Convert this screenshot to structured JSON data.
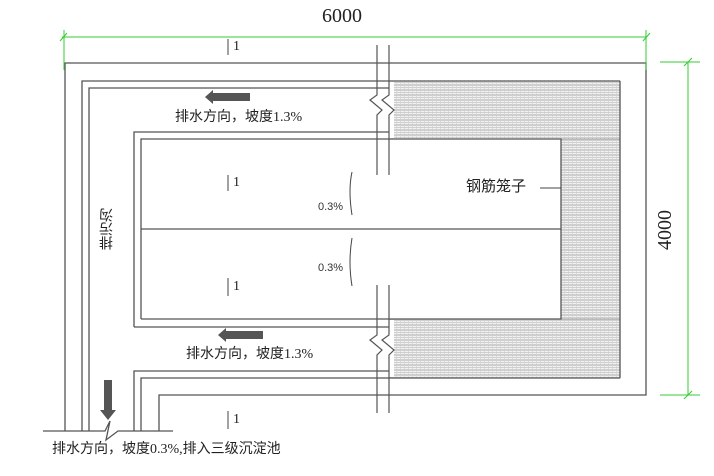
{
  "dimensions": {
    "width": "6000",
    "height": "4000"
  },
  "section_marks": [
    "1",
    "1",
    "1",
    "1"
  ],
  "labels": {
    "top_channel": "排水方向，坡度1.3%",
    "bottom_channel": "排水方向，坡度1.3%",
    "outlet": "排水方向，坡度0.3%,排入三级沉淀池",
    "gabion": "钢筋笼子",
    "sewage_ditch": "排污沟",
    "slope_upper": "0.3%",
    "slope_lower": "0.3%"
  },
  "colors": {
    "dimension": "#33cc33",
    "line": "#555555",
    "hatch": "#bbbbbb",
    "arrow": "#555555"
  }
}
